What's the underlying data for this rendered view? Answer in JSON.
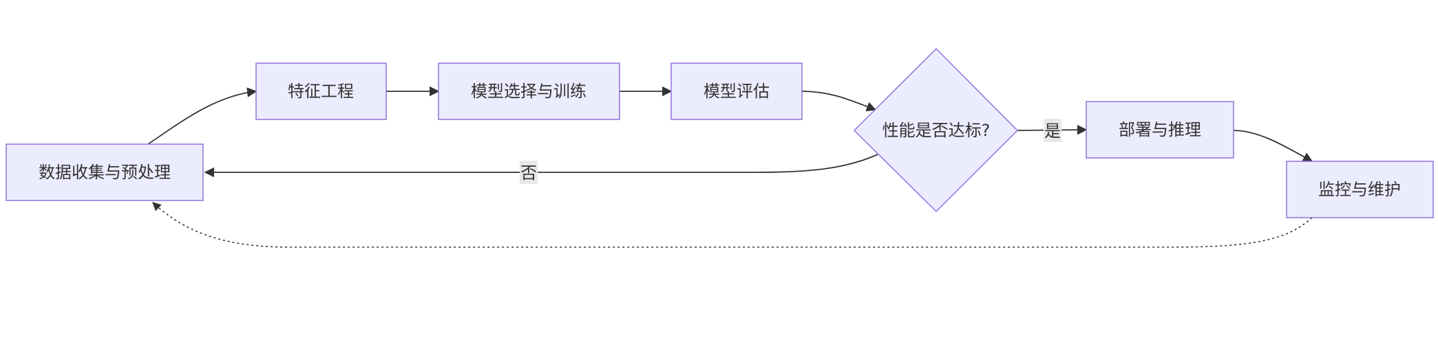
{
  "nodes": {
    "collect": "数据收集与预处理",
    "feature": "特征工程",
    "select": "模型选择与训练",
    "evaluate": "模型评估",
    "decision": "性能是否达标?",
    "deploy": "部署与推理",
    "monitor": "监控与维护"
  },
  "edge_labels": {
    "yes": "是",
    "no": "否"
  },
  "colors": {
    "node_fill": "#ECECFF",
    "node_stroke": "#9370DB",
    "edge": "#333333",
    "label_bg": "#e8e8e8"
  }
}
